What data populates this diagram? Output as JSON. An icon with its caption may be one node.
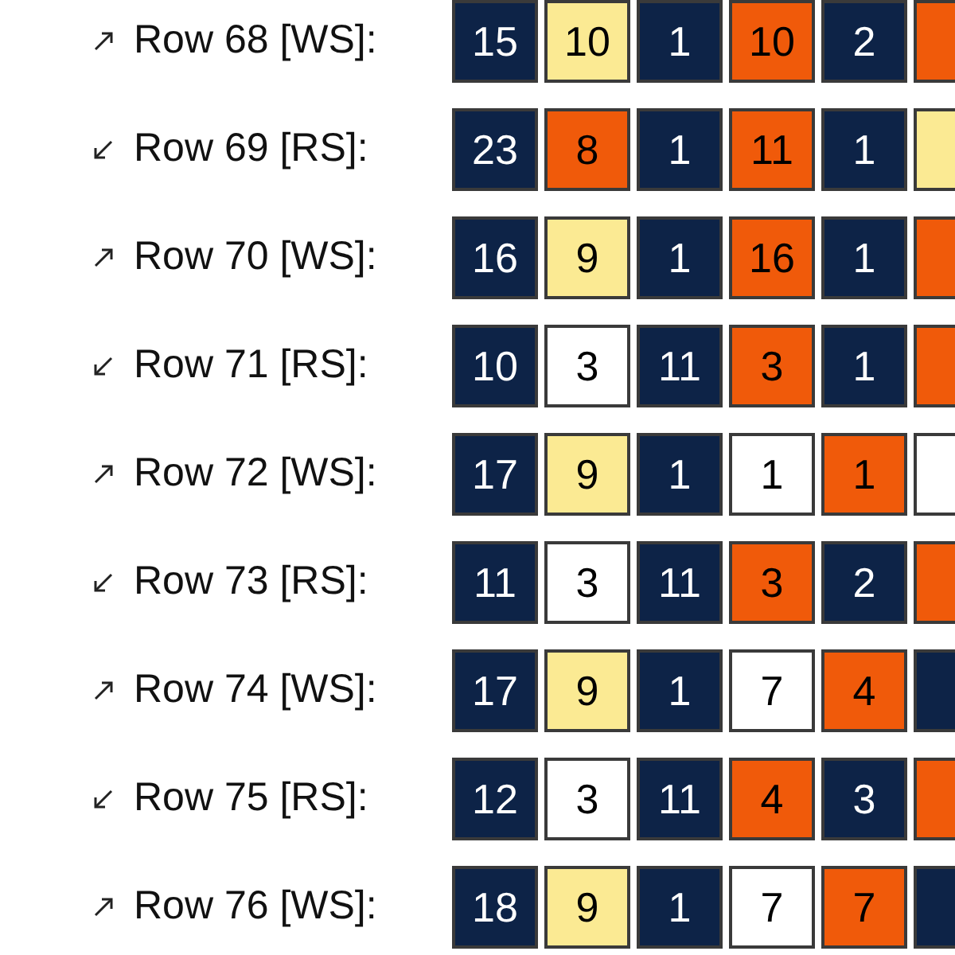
{
  "diagram": {
    "labels": [
      "Row 68 [WS]:",
      "15",
      "10",
      "1",
      "10",
      "2",
      "Row 69 [RS]:",
      "23",
      "8",
      "1",
      "11",
      "1",
      "Row 70 [WS]:",
      "16",
      "9",
      "1",
      "16",
      "1",
      "Row 71 [RS]:",
      "10",
      "3",
      "11",
      "3",
      "1",
      "Row 72 [WS]:",
      "17",
      "9",
      "1",
      "1",
      "1",
      "Row 73 [RS]:",
      "11",
      "3",
      "11",
      "3",
      "2",
      "Row 74 [WS]:",
      "17",
      "9",
      "1",
      "7",
      "4",
      "Row 75 [RS]:",
      "12",
      "3",
      "11",
      "4",
      "3",
      "Row 76 [WS]:",
      "18",
      "9",
      "1",
      "7",
      "7"
    ]
  }
}
